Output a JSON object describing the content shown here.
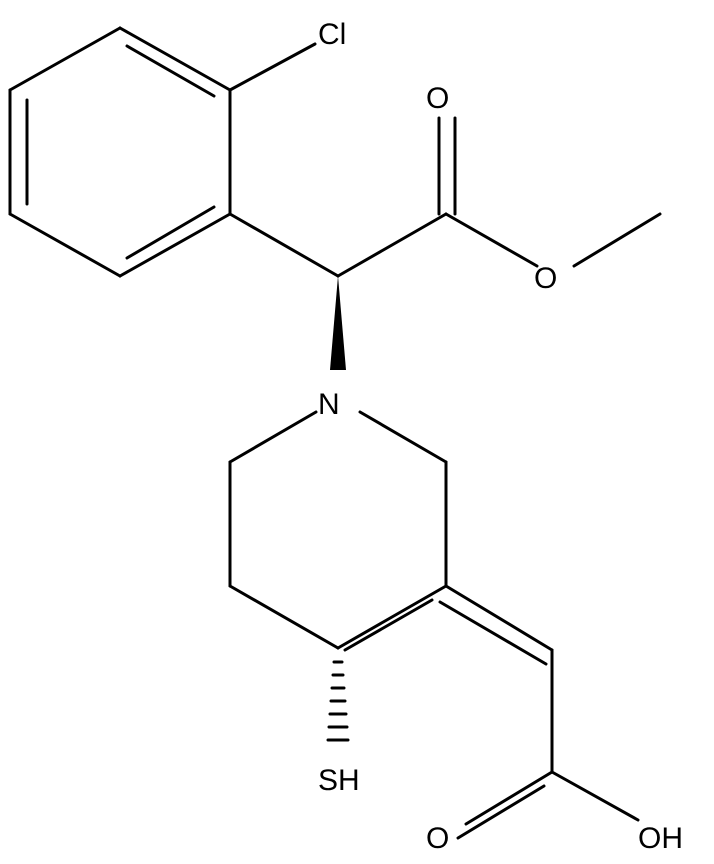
{
  "molecule": {
    "atoms": {
      "chlorine": "Cl",
      "carbonyl_oxygen_ester": "O",
      "ester_oxygen": "O",
      "nitrogen": "N",
      "thiol": "SH",
      "carbonyl_oxygen_acid": "O",
      "hydroxyl": "OH"
    }
  }
}
